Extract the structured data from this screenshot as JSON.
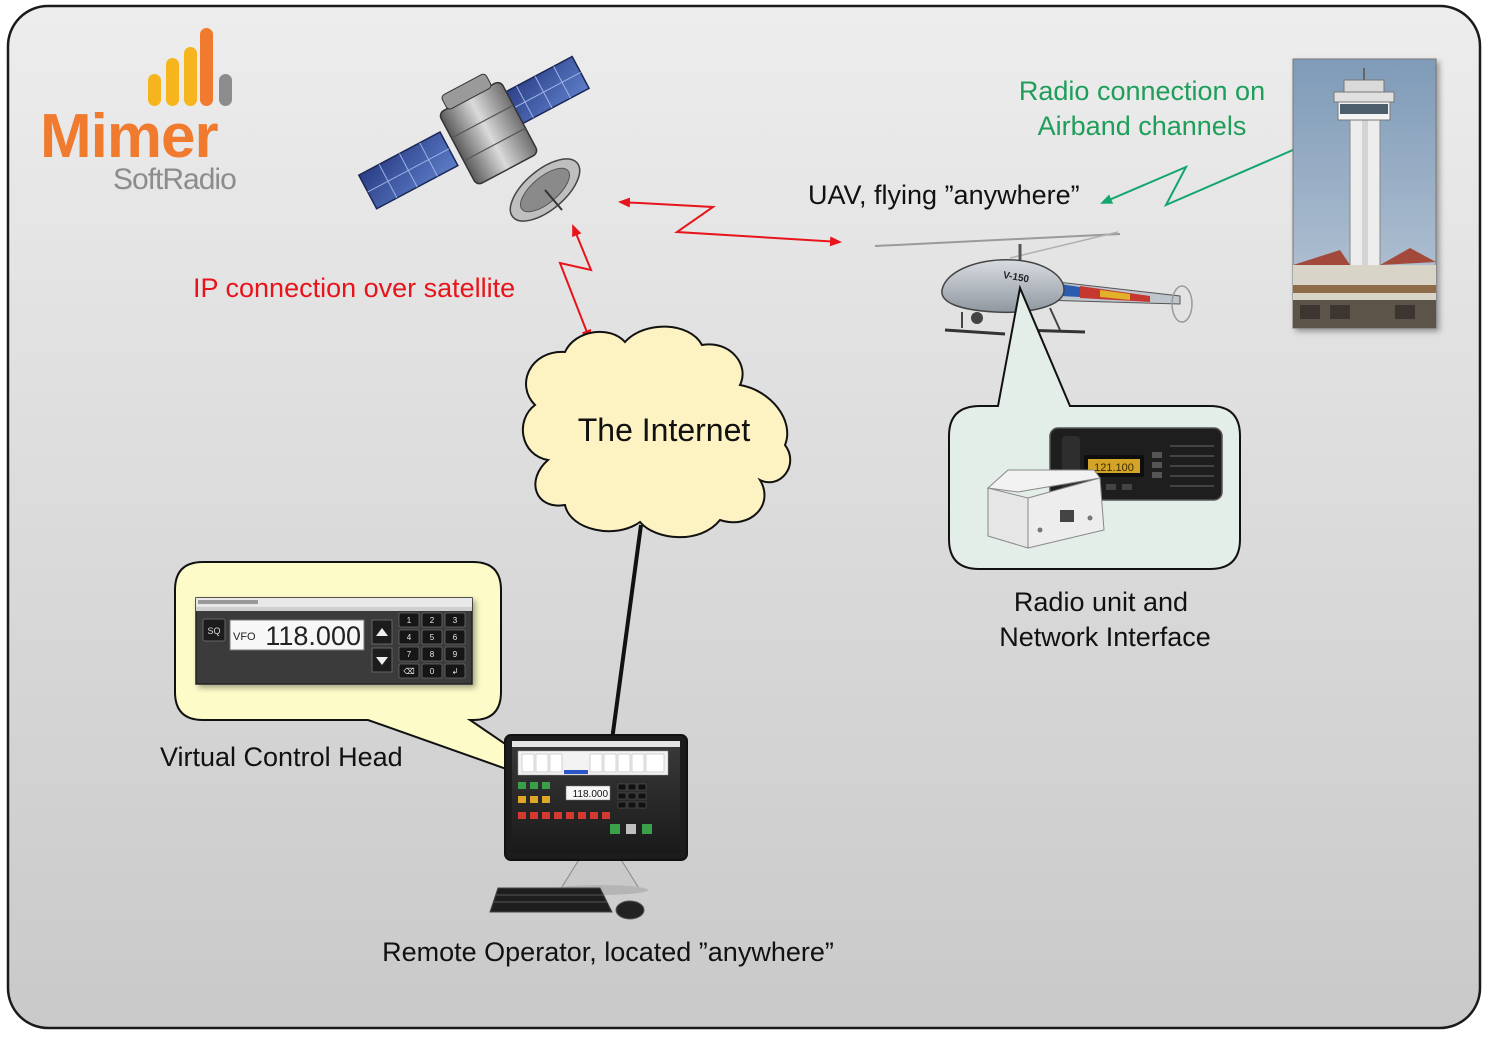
{
  "logo": {
    "brand": "Mimer",
    "product": "SoftRadio",
    "colors": {
      "orange": "#F07A2E",
      "yellow": "#F6B51C",
      "gray": "#8C8C8C"
    }
  },
  "labels": {
    "ip_connection": "IP connection over satellite",
    "radio_connection_line1": "Radio connection on",
    "radio_connection_line2": "Airband channels",
    "uav": "UAV, flying ”anywhere”",
    "internet": "The Internet",
    "radio_unit_line1": "Radio unit and",
    "radio_unit_line2": "Network Interface",
    "virtual_head": "Virtual Control Head",
    "remote_operator": "Remote Operator, located ”anywhere”"
  },
  "control_head": {
    "squelch": "SQ",
    "vfo_label": "VFO",
    "frequency": "118.000",
    "keypad": [
      "1",
      "2",
      "3",
      "4",
      "5",
      "6",
      "7",
      "8",
      "9",
      "⌫",
      "0",
      "↲"
    ]
  },
  "monitor": {
    "frequency": "118.000"
  },
  "radio_display": {
    "frequency": "121.100"
  },
  "uav_marking": "V-150",
  "colors": {
    "red_link": "#E8141B",
    "green_link": "#13A56E",
    "green_text": "#1E9E5A",
    "cloud": "#FDF2C2",
    "callout_yellow": "#FDFBC8",
    "callout_green": "#E4EEE9"
  }
}
